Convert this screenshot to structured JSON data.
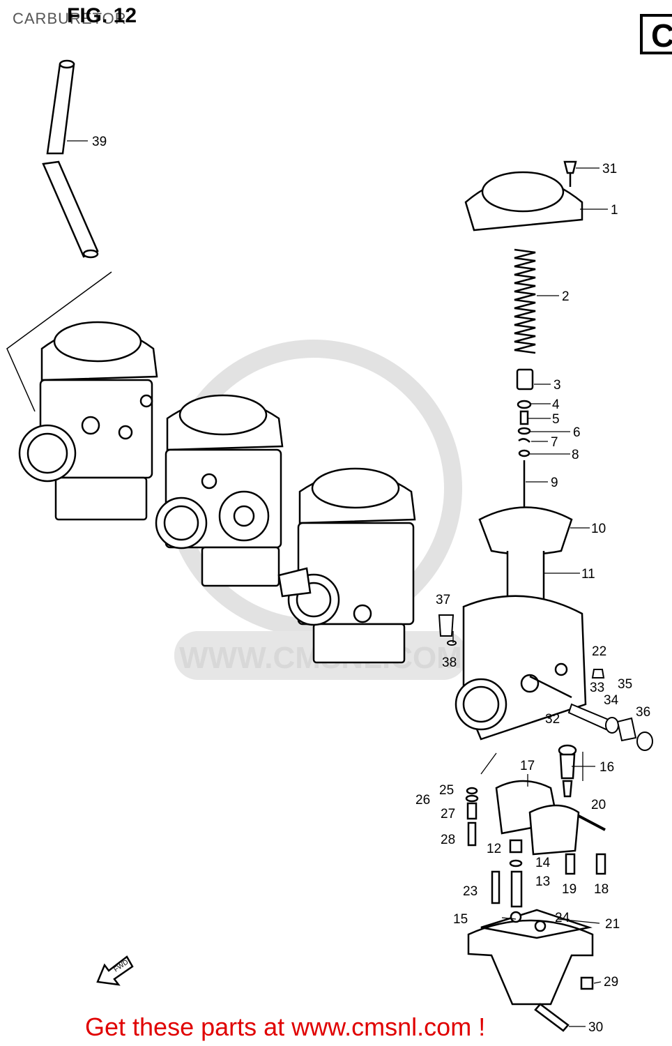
{
  "header": {
    "title": "CARBURETOR",
    "figure": "FIG. 12",
    "corner_letter": "C"
  },
  "watermark": {
    "text": "WWW.CMSNL.COM"
  },
  "fwd_label": "FWD",
  "footer": {
    "text": "Get these parts at www.cmsnl.com !"
  },
  "callouts": {
    "p1": "1",
    "p2": "2",
    "p3": "3",
    "p4": "4",
    "p5": "5",
    "p6": "6",
    "p7": "7",
    "p8": "8",
    "p9": "9",
    "p10": "10",
    "p11": "11",
    "p12": "12",
    "p13": "13",
    "p14": "14",
    "p15": "15",
    "p16": "16",
    "p17": "17",
    "p18": "18",
    "p19": "19",
    "p20": "20",
    "p21": "21",
    "p22": "22",
    "p23": "23",
    "p24": "24",
    "p25": "25",
    "p26": "26",
    "p27": "27",
    "p28": "28",
    "p29": "29",
    "p30": "30",
    "p31": "31",
    "p32": "32",
    "p33": "33",
    "p34": "34",
    "p35": "35",
    "p36": "36",
    "p37": "37",
    "p38": "38",
    "p39": "39"
  }
}
